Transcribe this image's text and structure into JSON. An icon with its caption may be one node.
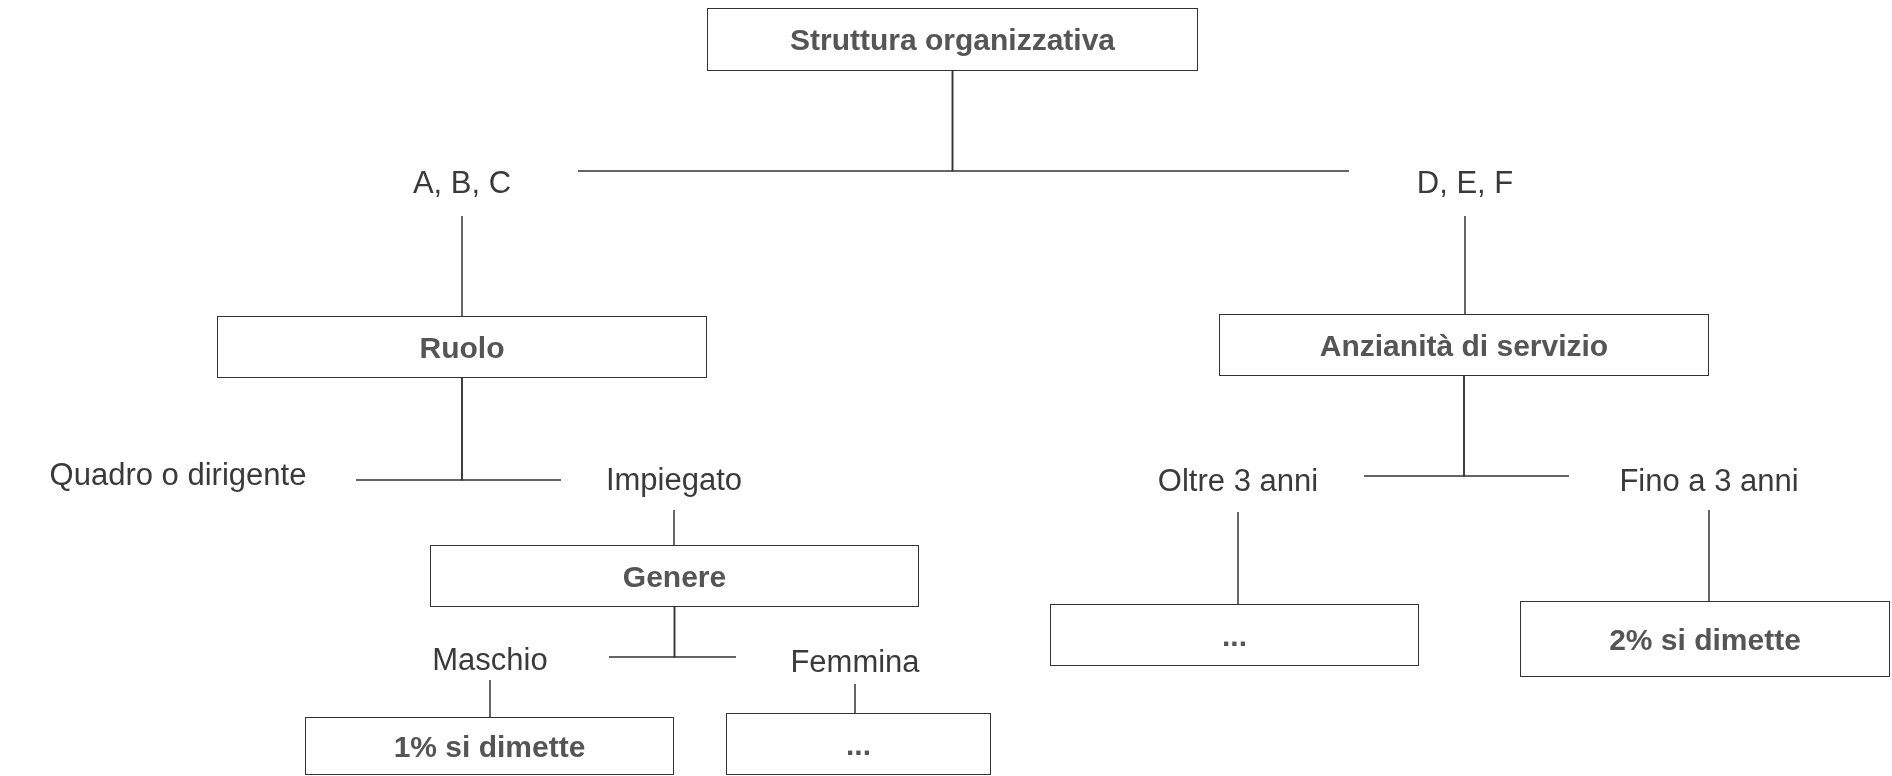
{
  "diagram": {
    "nodes": [
      {
        "text": [
          "Struttura organizzativa"
        ]
      },
      {
        "text": [
          "A, B, C"
        ]
      },
      {
        "text": [
          "D, E, F"
        ]
      },
      {
        "text": [
          "Ruolo"
        ]
      },
      {
        "text": [
          "Anzianità di servizio"
        ]
      },
      {
        "text": [
          "Quadro o dirigente"
        ]
      },
      {
        "text": [
          "Impiegato"
        ]
      },
      {
        "text": [
          "Oltre 3 anni"
        ]
      },
      {
        "text": [
          "Fino a 3 anni"
        ]
      },
      {
        "text": [
          "Genere"
        ]
      },
      {
        "text": [
          "Maschio"
        ]
      },
      {
        "text": [
          "Femmina"
        ]
      },
      {
        "text": [
          "..."
        ]
      },
      {
        "text": [
          "2% si dimette"
        ]
      },
      {
        "text": [
          "1% si dimette"
        ]
      },
      {
        "text": [
          "..."
        ]
      }
    ],
    "edges": [
      {
        "from": 0,
        "to": 1,
        "arrow": "none"
      },
      {
        "from": 0,
        "to": 2,
        "arrow": "none"
      },
      {
        "from": 1,
        "to": 3,
        "arrow": "none"
      },
      {
        "from": 2,
        "to": 4,
        "arrow": "none"
      },
      {
        "from": 3,
        "to": 5,
        "arrow": "none"
      },
      {
        "from": 3,
        "to": 6,
        "arrow": "none"
      },
      {
        "from": 4,
        "to": 7,
        "arrow": "none"
      },
      {
        "from": 4,
        "to": 8,
        "arrow": "none"
      },
      {
        "from": 6,
        "to": 9,
        "arrow": "none"
      },
      {
        "from": 9,
        "to": 10,
        "arrow": "none"
      },
      {
        "from": 9,
        "to": 11,
        "arrow": "none"
      },
      {
        "from": 7,
        "to": 12,
        "arrow": "none"
      },
      {
        "from": 8,
        "to": 13,
        "arrow": "none"
      },
      {
        "from": 10,
        "to": 14,
        "arrow": "none"
      },
      {
        "from": 11,
        "to": 15,
        "arrow": "none"
      }
    ]
  }
}
